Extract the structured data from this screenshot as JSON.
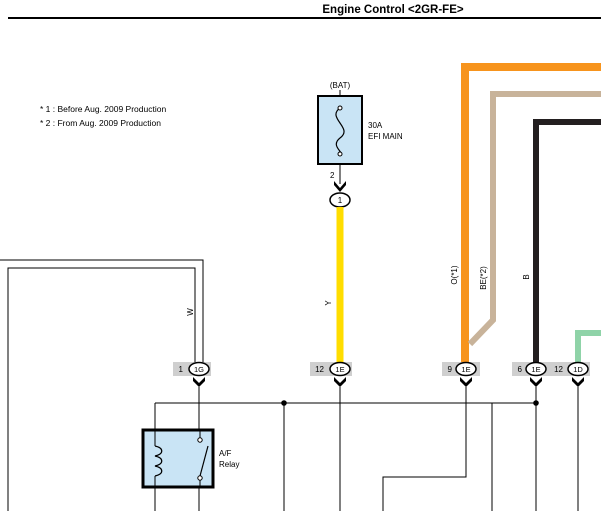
{
  "header": {
    "title": "Engine Control <2GR-FE>"
  },
  "notes": [
    "* 1 : Before Aug.  2009 Production",
    "* 2 : From Aug.  2009 Production"
  ],
  "fuse": {
    "source": "(BAT)",
    "rating": "30A",
    "name": "EFI MAIN",
    "pin": "2",
    "connector": "1"
  },
  "relay": {
    "name_line1": "A/F",
    "name_line2": "Relay"
  },
  "wires": [
    {
      "id": "W",
      "label": "W",
      "color": "#000000"
    },
    {
      "id": "Y",
      "label": "Y",
      "color": "#ffdd00"
    },
    {
      "id": "O",
      "label": "O(*1)",
      "color": "#f7941d"
    },
    {
      "id": "BE",
      "label": "BE(*2)",
      "color": "#c8b39a"
    },
    {
      "id": "B",
      "label": "B",
      "color": "#231f20"
    },
    {
      "id": "G",
      "label": "",
      "color": "#8fd3a8"
    }
  ],
  "junctions": [
    {
      "pin": "1",
      "connector": "1G"
    },
    {
      "pin": "12",
      "connector": "1E"
    },
    {
      "pin": "9",
      "connector": "1E"
    },
    {
      "pin": "6",
      "connector": "1E"
    },
    {
      "pin": "12",
      "connector": "1D"
    }
  ],
  "colors": {
    "component_fill": "#c9e4f5",
    "pin_tag": "#cfcfcf",
    "line": "#000000"
  }
}
